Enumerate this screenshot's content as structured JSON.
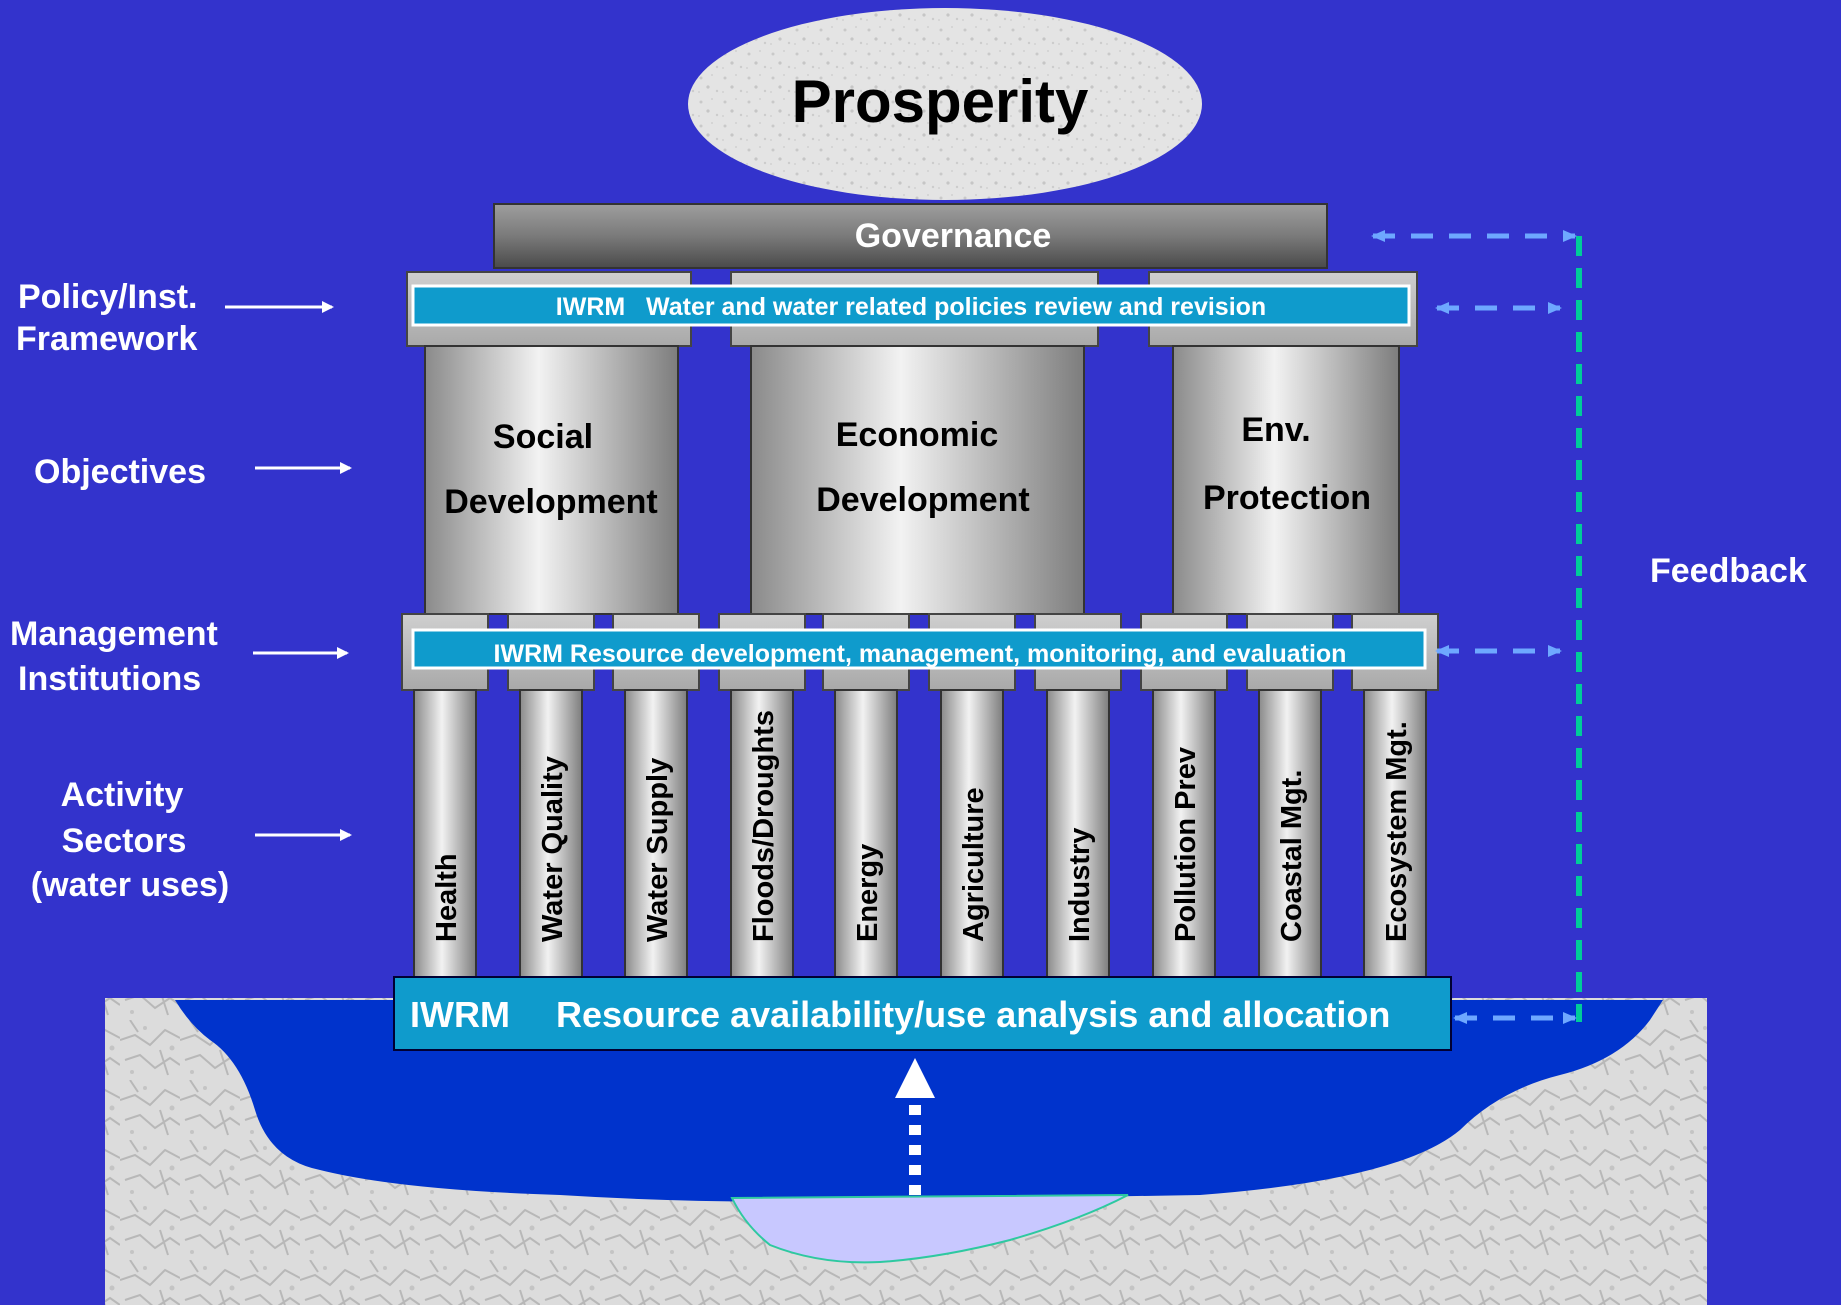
{
  "colors": {
    "background": "#3333cc",
    "banner": "#0f9bcc",
    "water": "#0033cc",
    "aquifer": "#c8c8ff",
    "feedback_line": "#00cc99",
    "feedback_arrow": "#6ea8ff"
  },
  "top": {
    "prosperity": "Prosperity",
    "governance": "Governance"
  },
  "banners": {
    "policy": "IWRM   Water and water related policies review and revision",
    "management": "IWRM Resource development, management, monitoring, and evaluation",
    "base_prefix": "IWRM",
    "base_text": "Resource availability/use analysis and allocation"
  },
  "left_labels": {
    "policy_line1": "Policy/Inst.",
    "policy_line2": "Framework",
    "objectives": "Objectives",
    "management_line1": "Management",
    "management_line2": "Institutions",
    "activity_line1": "Activity",
    "activity_line2": "Sectors",
    "activity_line3": "(water uses)"
  },
  "objectives": [
    {
      "line1": "Social",
      "line2": "Development"
    },
    {
      "line1": "Economic",
      "line2": "Development"
    },
    {
      "line1": "Env.",
      "line2": "Protection"
    }
  ],
  "sectors": [
    "Health",
    "Water Quality",
    "Water Supply",
    "Floods/Droughts",
    "Energy",
    "Agriculture",
    "Industry",
    "Pollution Prev",
    "Coastal Mgt.",
    "Ecosystem Mgt."
  ],
  "feedback": "Feedback"
}
